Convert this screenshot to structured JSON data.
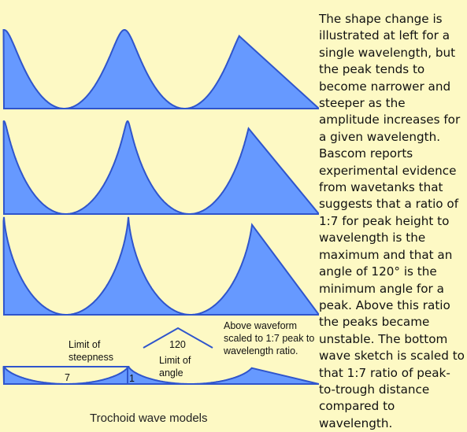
{
  "description_paragraph": "The shape change is illustrated at left for a single wavelength, but the peak tends to become narrower and steeper as the amplitude increases for a given wavelength. Bascom reports experimental evidence from wavetanks that suggests that a ratio of 1:7 for peak height to wavelength is the maximum and that an angle of 120° is the minimum angle for a peak. Above this ratio the peaks became unstable. The bottom wave sketch is scaled to that 1:7 ratio of peak-to-trough distance compared to wavelength.",
  "caption": "Trochoid wave models",
  "annotations": {
    "steepness": "Limit of steepness",
    "angle_value": "120",
    "angle": "Limit of angle",
    "scaled": "Above waveform scaled to 1:7 peak to wavelength ratio.",
    "wavelength_value": "7",
    "height_value": "1"
  },
  "colors": {
    "background": "#fdf9c4",
    "wave_fill": "#6699ff",
    "wave_stroke": "#2f55cc"
  }
}
